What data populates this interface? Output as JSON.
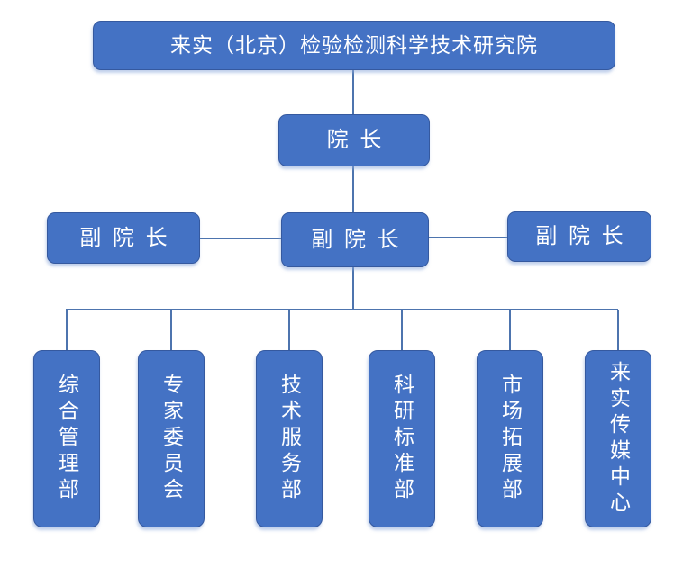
{
  "colors": {
    "box_fill": "#4472C4",
    "box_border": "#35599F",
    "connector": "#4D74AE",
    "text": "#FFFFFF",
    "background": "#FFFFFF"
  },
  "org_chart": {
    "root": {
      "label": "来实（北京）检验检测科学技术研究院"
    },
    "president": {
      "label": "院 长"
    },
    "vice_presidents": [
      {
        "label": "副 院 长"
      },
      {
        "label": "副 院 长"
      },
      {
        "label": "副 院 长"
      }
    ],
    "departments": [
      {
        "label": "综合管理部"
      },
      {
        "label": "专家委员会"
      },
      {
        "label": "技术服务部"
      },
      {
        "label": "科研标准部"
      },
      {
        "label": "市场拓展部"
      },
      {
        "label": "来实传媒中心"
      }
    ]
  }
}
